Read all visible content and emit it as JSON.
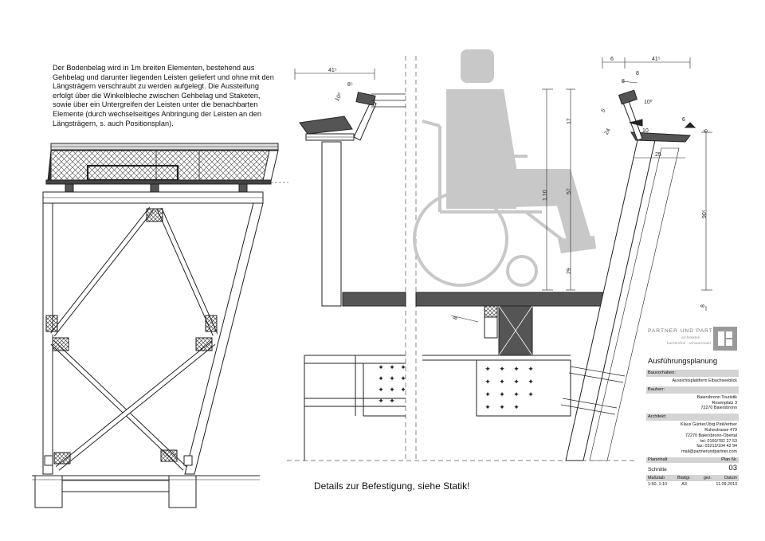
{
  "notes": {
    "paragraph": "Der Bodenbelag wird in 1m breiten Elementen, bestehend aus Gehbelag und darunter liegenden Leisten geliefert und ohne mit den Längsträgern verschraubt zu werden aufgelegt. Die Aussteifung erfolgt über die Winkelbleche zwischen Gehbelag und Staketen, sowie über ein Untergreifen der Leisten unter die benachbarten Elemente (durch wechselseitiges Anbringung der Leisten an den Längsträgern, s. auch Positionsplan).",
    "footer": "Details zur Befestigung, siehe Statik!"
  },
  "dimensions": {
    "left_top": "41⁵",
    "left_small": "8⁵",
    "left_angle": "10⁰",
    "right_6": "6",
    "right_41": "41⁵",
    "right_8": "8",
    "right_8b": "8",
    "right_10": "10⁰",
    "right_17": "17",
    "right_25": "25",
    "right_5": "5",
    "right_24": "24",
    "right_6b": "6",
    "right_10b": "10",
    "right_6c": "6",
    "right_90": "90⁵",
    "right_8c": "8",
    "right_110": "1,10",
    "right_57": "57",
    "right_29": "29",
    "right_small": "8"
  },
  "title_block": {
    "logo_text": "PARTNER UND PARTNER",
    "logo_sub1": "architekten",
    "logo_sub2": "barrierefrei · schwarzwald",
    "title": "Ausführungsplanung",
    "bauvorhaben_label": "Bauvorhaben:",
    "bauvorhaben_value": "Aussichtsplattform Elbachseeblick",
    "bauherr_label": "Bauherr:",
    "bauherr_lines": [
      "Baiersbronn Touristik",
      "Rosenplatz 3",
      "72270 Baiersbronn"
    ],
    "architekt_label": "Architekt:",
    "architekt_lines": [
      "Klaus Günter/Jörg Pirkl/ertner",
      "Ruhestrasse 479",
      "72270 Baiersbronn-Obertal",
      "tel: 0160/782 27 53",
      "fax: 03212/104 42 94",
      "mail@partnerundpartner.com"
    ],
    "planinhalt_label": "Planinhalt",
    "plan_nr_label": "Plan Nr.",
    "planinhalt_value": "Schnitte",
    "plan_nr_value": "03",
    "massstab_label": "Maßstab",
    "blattgr_label": "Blattgr.",
    "gez_label": "gez.",
    "datum_label": "Datum",
    "massstab_value": "1:50, 1:10",
    "blattgr_value": "A3",
    "gez_value": "",
    "datum_value": "11.09.2013"
  }
}
